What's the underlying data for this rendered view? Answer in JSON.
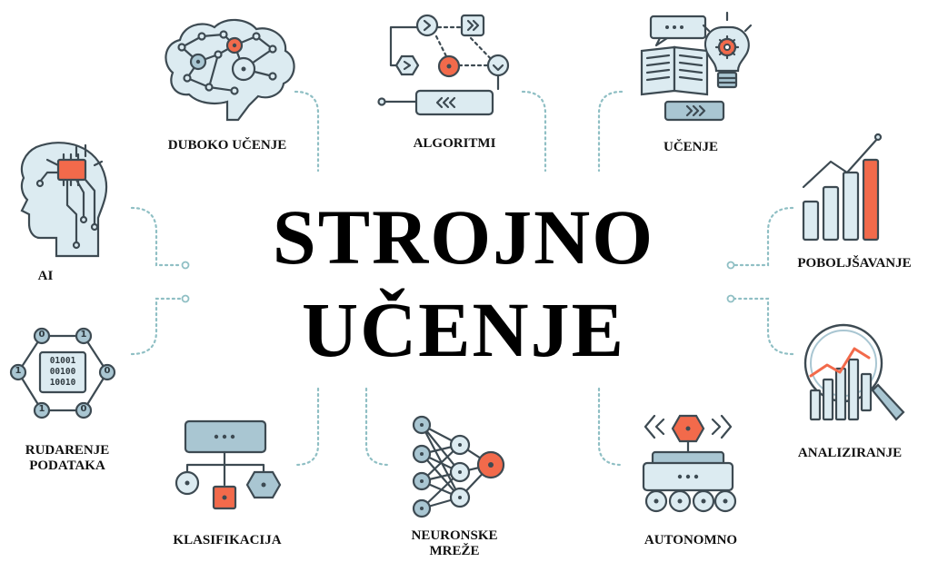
{
  "title": {
    "line1": "STROJNO",
    "line2": "UČENJE"
  },
  "topics": [
    {
      "label": "DUBOKO UČENJE",
      "icon": "brain-network-icon"
    },
    {
      "label": "ALGORITMI",
      "icon": "algorithm-flowchart-icon"
    },
    {
      "label": "UČENJE",
      "icon": "book-lightbulb-icon"
    },
    {
      "label": "POBOLJŠAVANJE",
      "icon": "growth-bar-chart-icon"
    },
    {
      "label": "ANALIZIRANJE",
      "icon": "magnifier-chart-icon"
    },
    {
      "label": "AUTONOMNO",
      "icon": "autonomous-robot-icon"
    },
    {
      "label": "NEURONSKE MREŽE",
      "icon": "neural-network-icon"
    },
    {
      "label": "KLASIFIKACIJA",
      "icon": "classification-tree-icon"
    },
    {
      "label": "RUDARENJE PODATAKA",
      "icon": "data-mining-icon"
    },
    {
      "label": "AI",
      "icon": "ai-head-chip-icon"
    }
  ],
  "binary": {
    "rows": [
      "01001",
      "00100",
      "10010"
    ],
    "nodes": [
      "0",
      "1",
      "1",
      "0",
      "1",
      "0"
    ]
  },
  "colors": {
    "accent": "#F26A4B",
    "light": "#DCEBF1",
    "mid": "#A9C6D2",
    "stroke": "#3D4A52",
    "connector": "#8FBFC4"
  }
}
